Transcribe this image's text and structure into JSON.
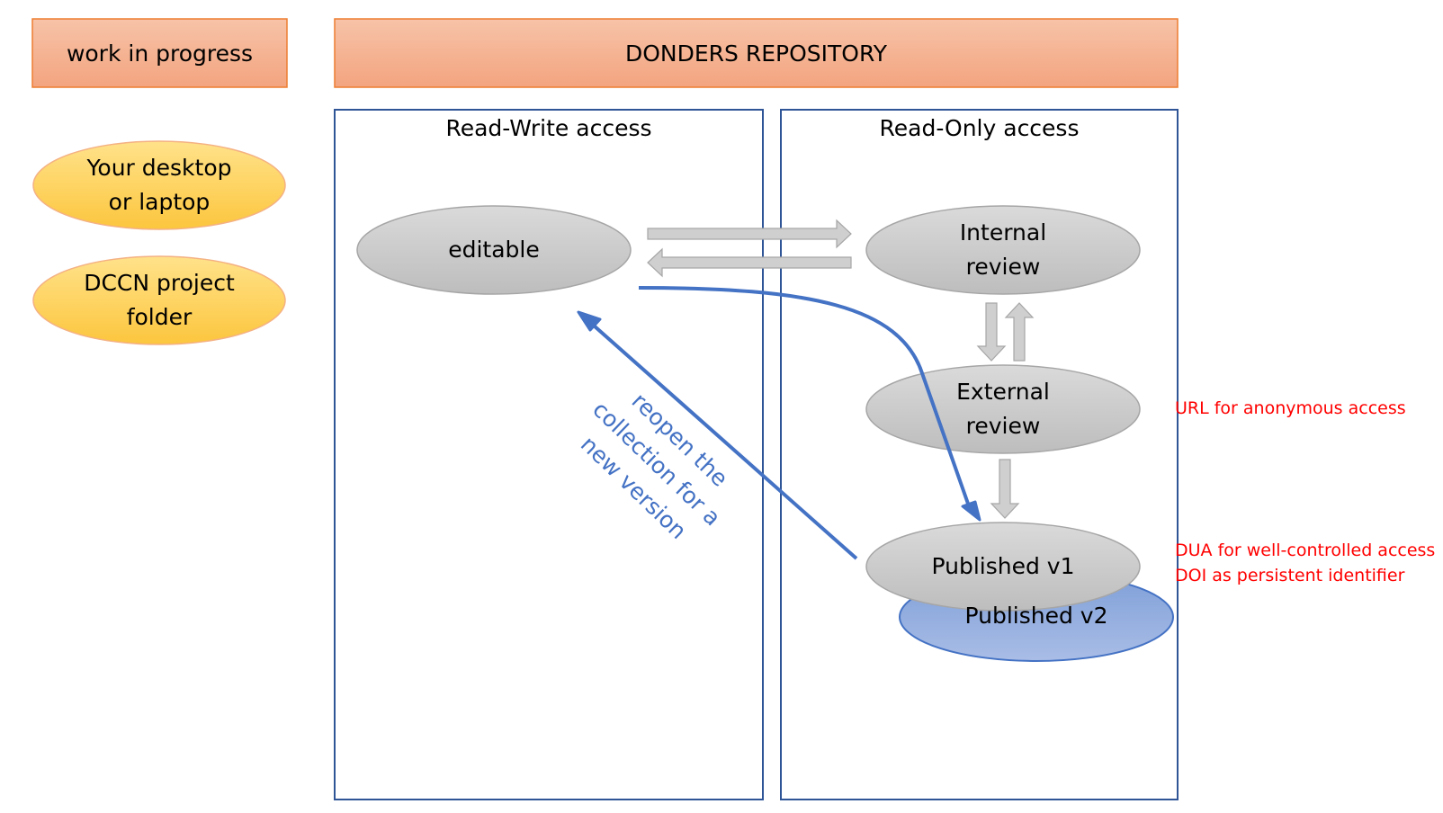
{
  "headers": {
    "wip": "work in progress",
    "repository": "DONDERS REPOSITORY"
  },
  "panels": {
    "read_write": "Read-Write access",
    "read_only": "Read-Only access"
  },
  "locations": {
    "desktop": [
      "Your desktop",
      "or laptop"
    ],
    "project_folder": [
      "DCCN project",
      "folder"
    ]
  },
  "states": {
    "editable": "editable",
    "internal_review": [
      "Internal",
      "review"
    ],
    "external_review": [
      "External",
      "review"
    ],
    "published_v1": "Published v1",
    "published_v2": "Published v2"
  },
  "reopen_label": [
    "reopen the",
    "collection for a",
    "new version"
  ],
  "notes": {
    "url": "URL for anonymous access",
    "dua": "DUA for well-controlled access",
    "doi": "DOI as persistent identifier"
  },
  "colors": {
    "header_fill": "#f4b183",
    "header_border": "#ed7d31",
    "location_fill": "#ffd966",
    "location_border": "#f4b183",
    "state_fill": "#c9c9c9",
    "state_border": "#a6a6a6",
    "v2_fill": "#8faadc",
    "v2_border": "#4472c4",
    "panel_border": "#2f5597",
    "flow_arrow": "#4472c4",
    "note_text": "#ff0000"
  }
}
